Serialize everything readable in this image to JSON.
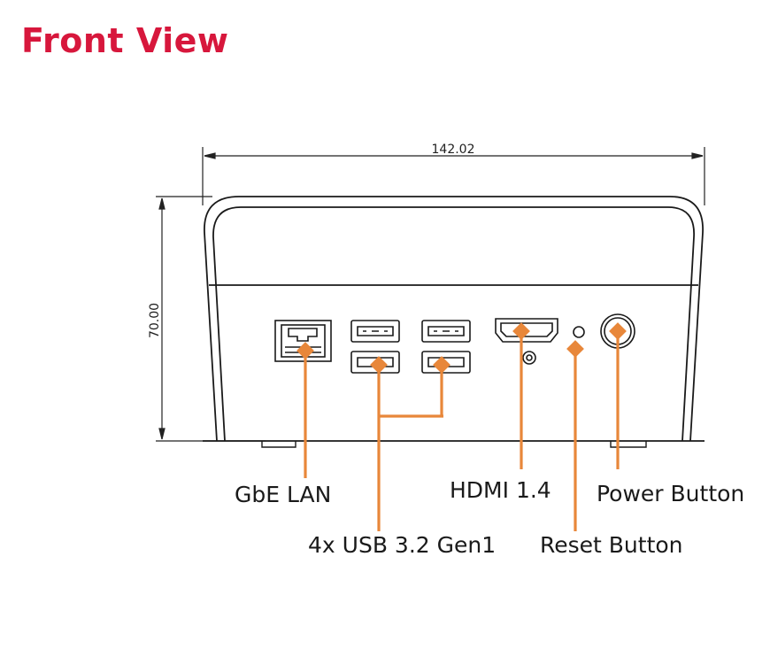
{
  "title": "Front View",
  "dimensions": {
    "width": "142.02",
    "height": "70.00"
  },
  "callouts": {
    "lan": "GbE LAN",
    "usb": "4x USB 3.2 Gen1",
    "hdmi": "HDMI 1.4",
    "reset": "Reset Button",
    "power": "Power Button"
  },
  "colors": {
    "title": "#d7173c",
    "leader": "#e8873a",
    "outline": "#1a1a1a"
  }
}
